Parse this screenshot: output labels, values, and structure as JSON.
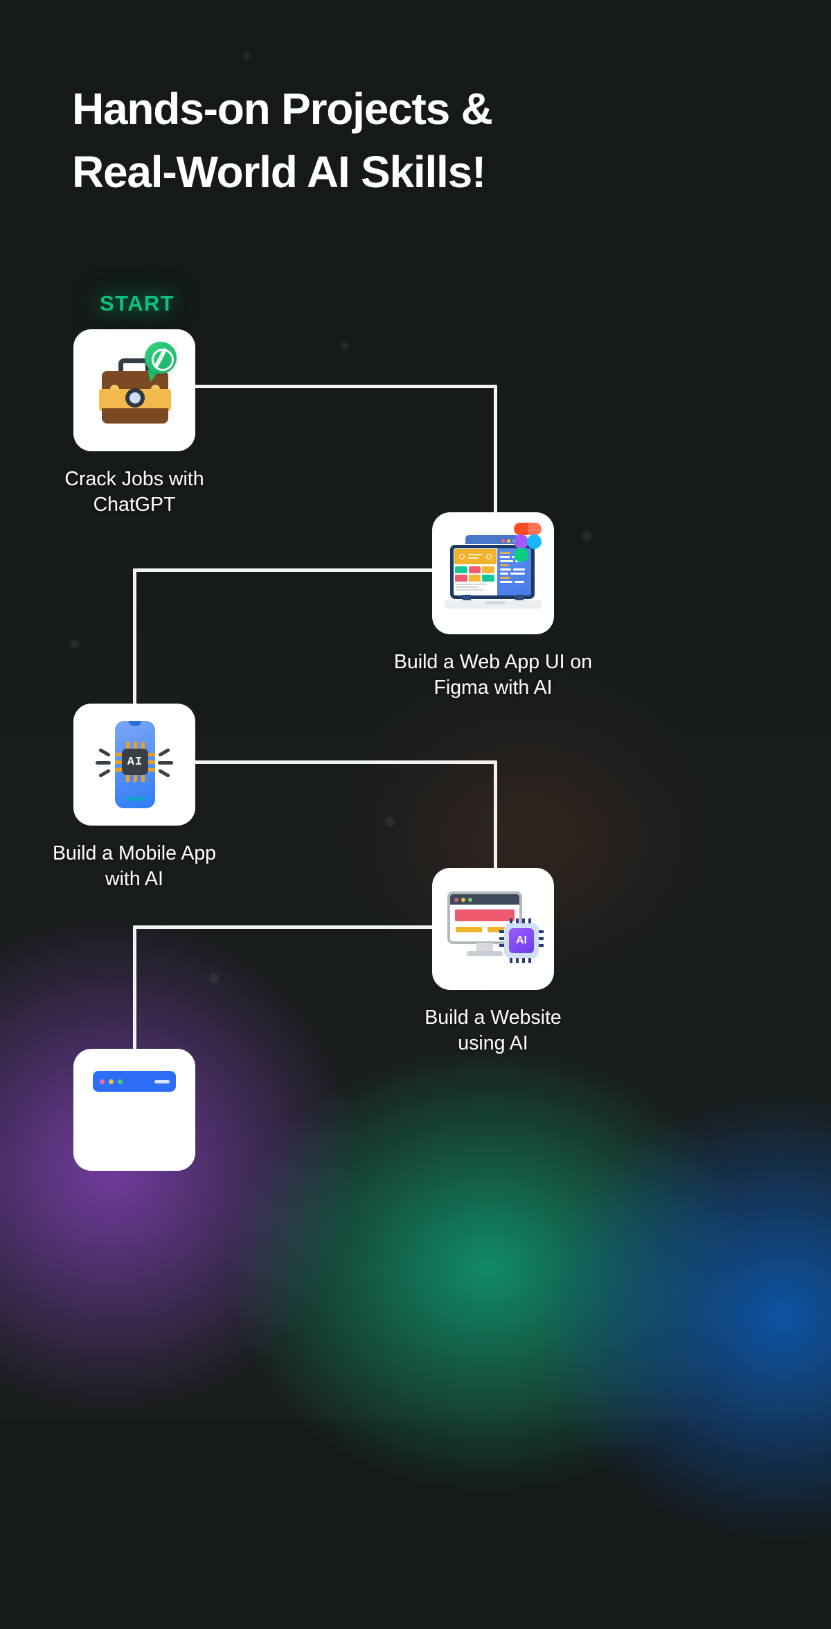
{
  "heading": {
    "line1": "Hands-on Projects &",
    "line2": "Real-World AI Skills!"
  },
  "start_badge": {
    "label": "START",
    "color": "#0ec07d"
  },
  "colors": {
    "background": "#191d1d",
    "card": "#ffffff",
    "connector": "#f2f2f2",
    "label_text": "#ffffff",
    "gradient_purple": "#783ea8",
    "gradient_green": "#10916a",
    "gradient_blue": "#0c56aa"
  },
  "flow": {
    "nodes": [
      {
        "id": "crack-jobs-chatgpt",
        "label_line1": "Crack Jobs with",
        "label_line2": "ChatGPT",
        "icon": "briefcase-chatgpt-icon",
        "side": "left"
      },
      {
        "id": "web-app-ui-figma",
        "label_line1": "Build a Web App UI on",
        "label_line2": "Figma with AI",
        "icon": "laptop-figma-icon",
        "side": "right"
      },
      {
        "id": "mobile-app-ai",
        "label_line1": "Build a Mobile App",
        "label_line2": "with AI",
        "icon": "phone-ai-chip-icon",
        "side": "left"
      },
      {
        "id": "website-using-ai",
        "label_line1": "Build a Website",
        "label_line2": "using AI",
        "icon": "monitor-ai-chip-icon",
        "side": "right"
      },
      {
        "id": "next-step-partial",
        "label_line1": "",
        "label_line2": "",
        "icon": "browser-window-icon",
        "side": "left"
      }
    ]
  },
  "illustration_text": {
    "phone_chip": "AI",
    "monitor_chip": "AI"
  }
}
